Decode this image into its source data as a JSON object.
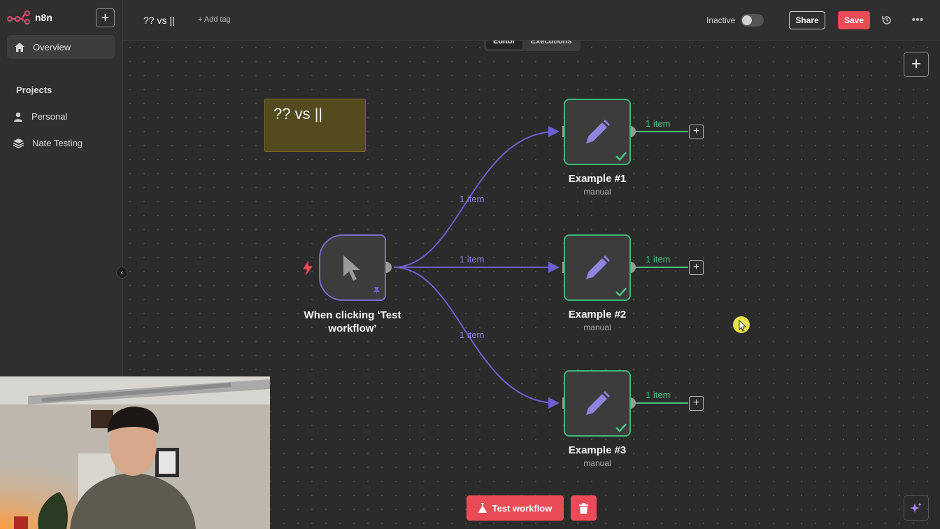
{
  "app": {
    "logo_text": "n8n"
  },
  "sidebar": {
    "overview_label": "Overview",
    "projects_title": "Projects",
    "items": [
      {
        "label": "Personal",
        "icon": "user-icon"
      },
      {
        "label": "Nate Testing",
        "icon": "layers-icon"
      }
    ]
  },
  "header": {
    "workflow_name": "?? vs ||",
    "add_tag": "+ Add tag",
    "inactive_label": "Inactive",
    "share_label": "Share",
    "save_label": "Save"
  },
  "tabs": [
    {
      "label": "Editor",
      "active": true
    },
    {
      "label": "Executions",
      "active": false
    }
  ],
  "sticky_note": {
    "text": "?? vs ||"
  },
  "trigger_node": {
    "label": "When clicking ‘Test workflow’"
  },
  "nodes": [
    {
      "label": "Example #1",
      "subtitle": "manual",
      "output_label": "1 item"
    },
    {
      "label": "Example #2",
      "subtitle": "manual",
      "output_label": "1 item"
    },
    {
      "label": "Example #3",
      "subtitle": "manual",
      "output_label": "1 item"
    }
  ],
  "connections": [
    {
      "label": "1 item"
    },
    {
      "label": "1 item"
    },
    {
      "label": "1 item"
    }
  ],
  "footer": {
    "test_workflow_label": "Test workflow"
  },
  "colors": {
    "accent_red": "#ea4b56",
    "trigger_purple": "#7a6cc9",
    "success_green": "#3cb878"
  }
}
